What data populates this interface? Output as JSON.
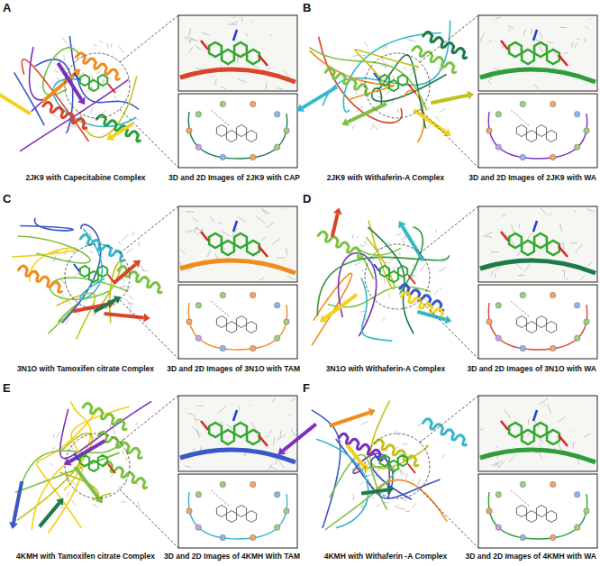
{
  "diagram": {
    "labels": [
      "A",
      "2JK9 with Capecitabine Complex",
      "3D and 2D Images of 2JK9 with CAP",
      "B",
      "2JK9 with Withaferin-A Complex",
      "3D and 2D Images of 2JK9 with WA",
      "C",
      "3N1O with Tamoxifen citrate Complex",
      "3D and 2D Images of 3N1O with TAM",
      "D",
      "3N1O with Withaferin-A Complex",
      "3D and 2D Images of 3N1O with WA",
      "E",
      "4KMH with Tamoxifen citrate Complex",
      "3D and 2D Images of 4KMH With TAM",
      "F",
      "4KMH with Withaferin -A Complex",
      "3D and 2D Images of 4KMH with WA"
    ]
  }
}
